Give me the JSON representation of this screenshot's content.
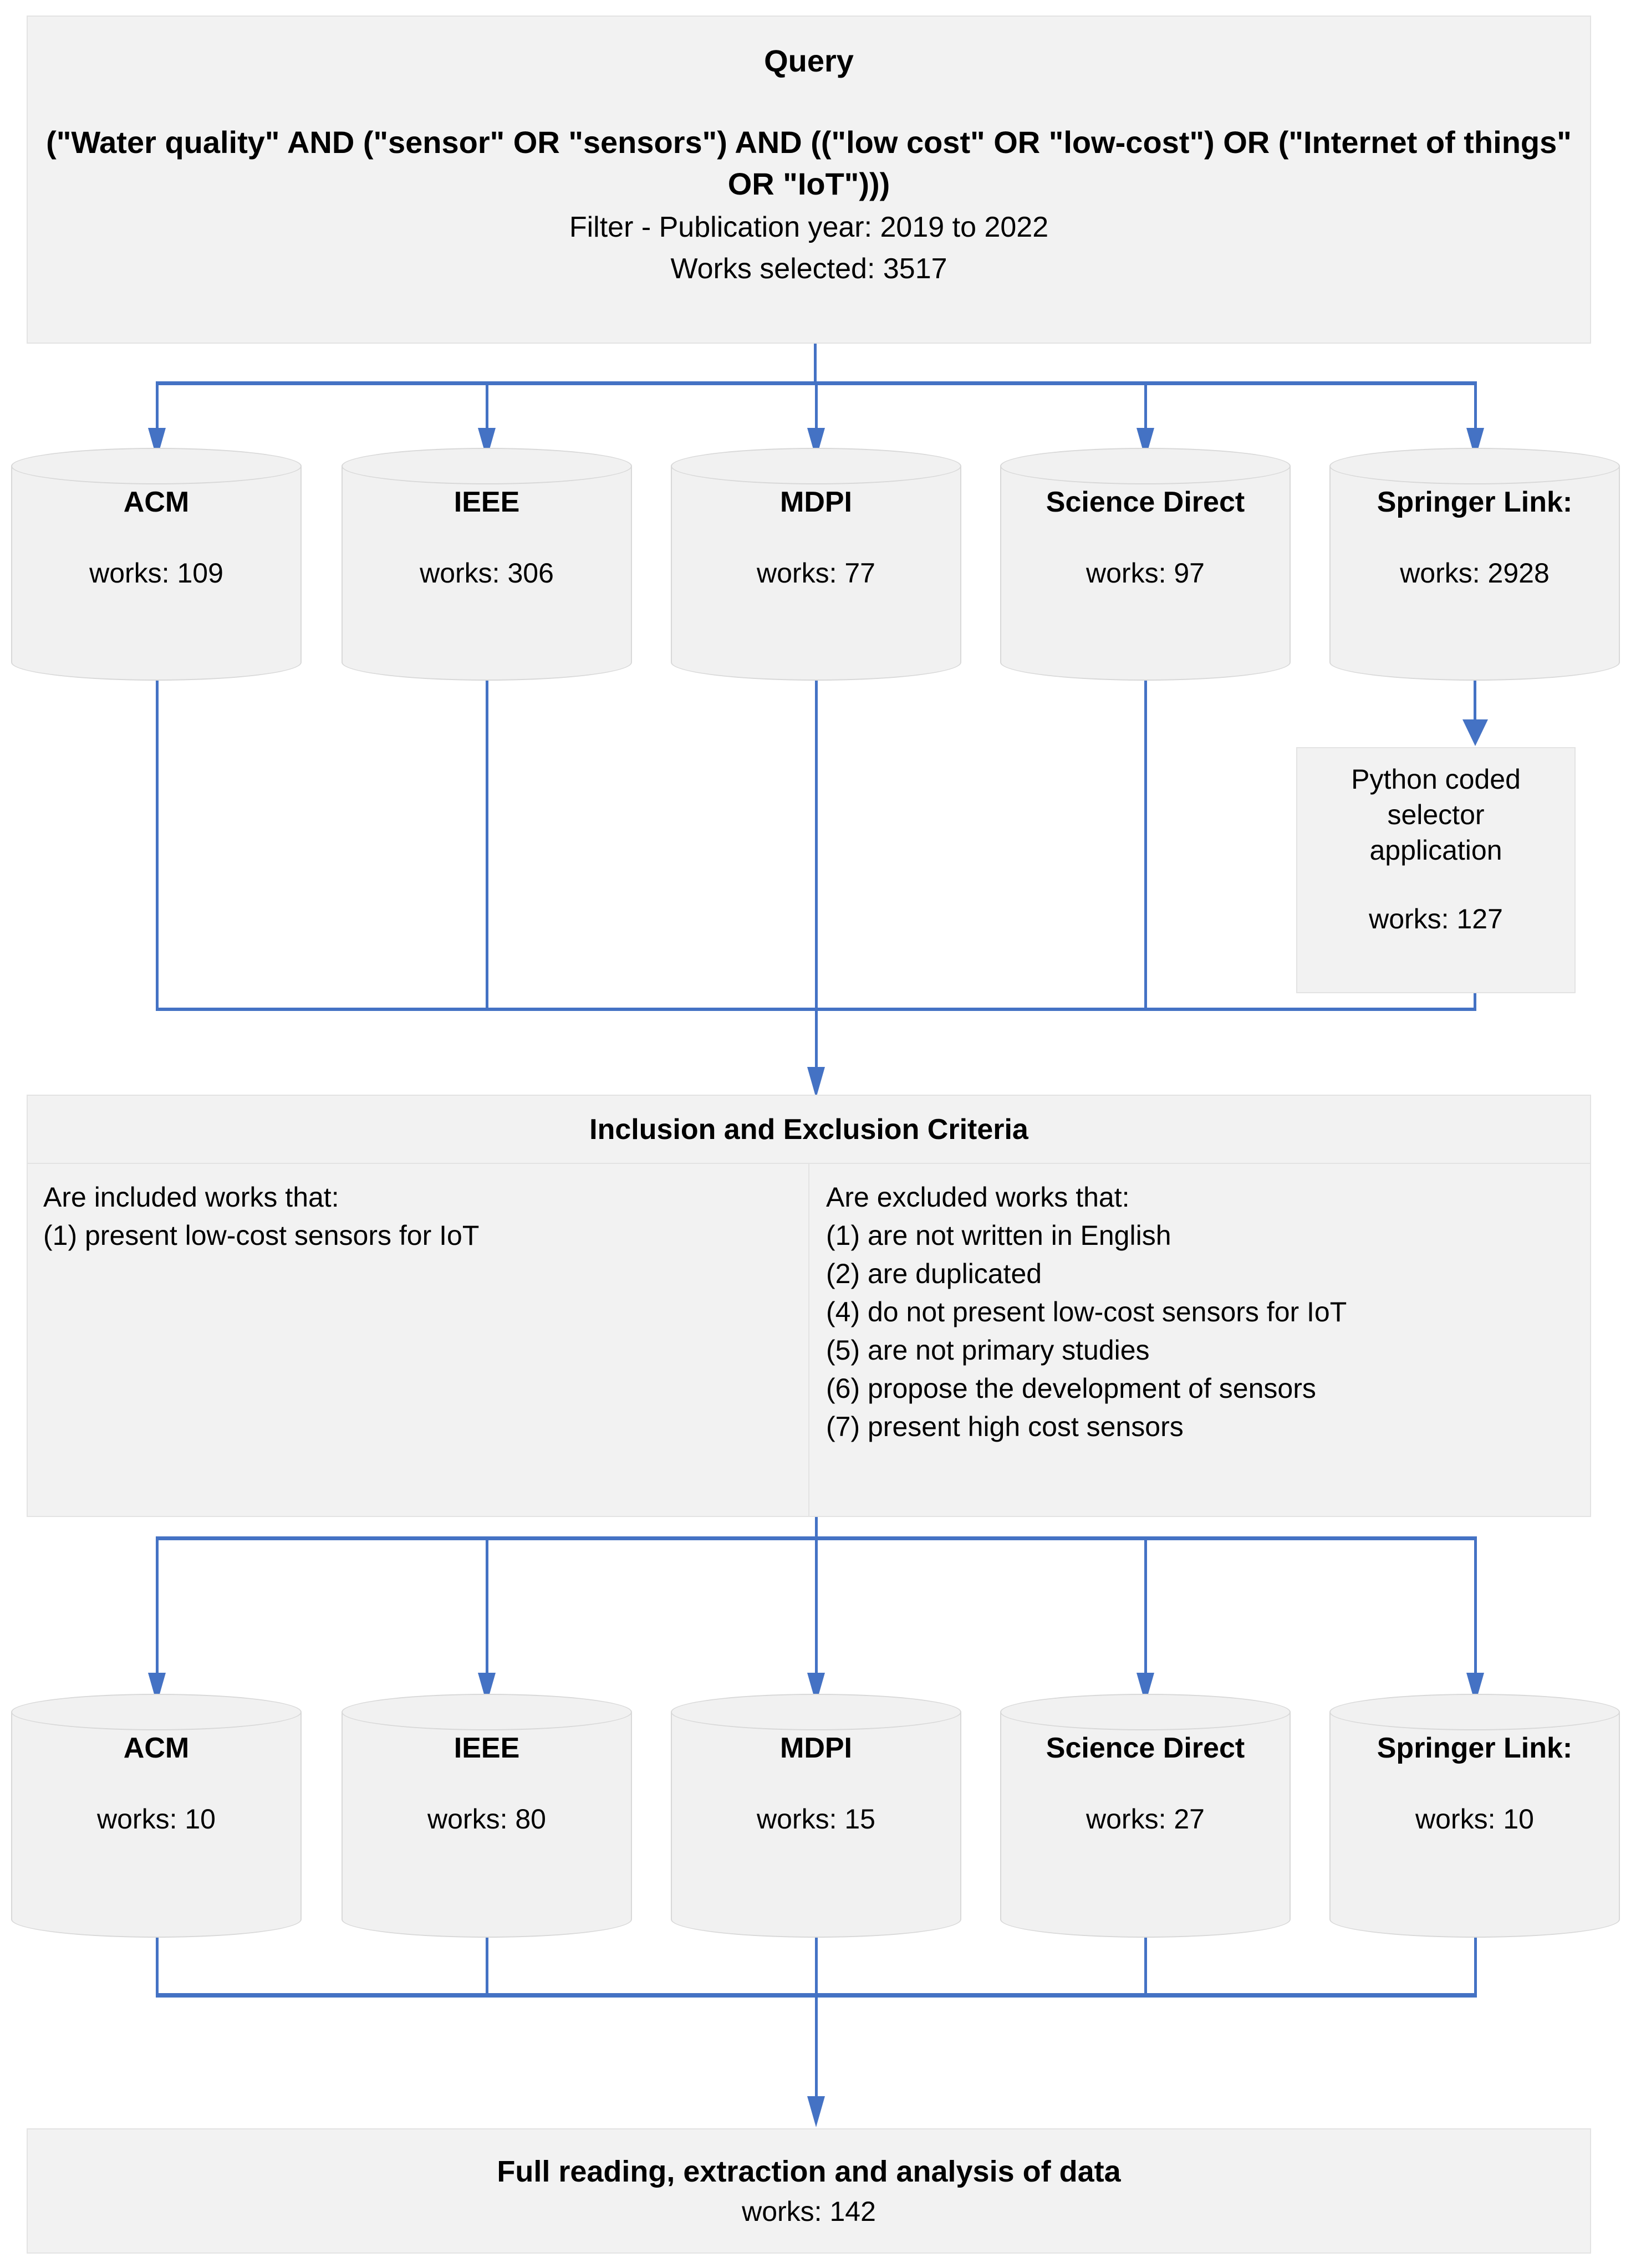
{
  "query": {
    "title": "Query",
    "string": "(\"Water quality\" AND (\"sensor\" OR \"sensors\") AND ((\"low cost\" OR \"low-cost\") OR (\"Internet of things\" OR \"IoT\")))",
    "filter": "Filter - Publication year:   2019 to 2022",
    "works_selected": "Works selected: 3517"
  },
  "sources_top": [
    {
      "name": "ACM",
      "works": "works: 109"
    },
    {
      "name": "IEEE",
      "works": "works: 306"
    },
    {
      "name": "MDPI",
      "works": "works: 77"
    },
    {
      "name": "Science Direct",
      "works": "works: 97"
    },
    {
      "name": "Springer Link:",
      "works": "works: 2928"
    }
  ],
  "python_selector": {
    "line1": "Python coded",
    "line2": "selector",
    "line3": "application",
    "works": "works: 127"
  },
  "criteria": {
    "title": "Inclusion and Exclusion Criteria",
    "included_heading": "Are included works that:",
    "included_items": [
      "(1) present low-cost sensors for IoT"
    ],
    "excluded_heading": "Are excluded works that:",
    "excluded_items": [
      "(1) are not written in English",
      "(2) are duplicated",
      "(4) do not present low-cost sensors for IoT",
      "(5) are not primary studies",
      "(6) propose the development of sensors",
      "(7) present high cost sensors"
    ]
  },
  "sources_bottom": [
    {
      "name": "ACM",
      "works": "works: 10"
    },
    {
      "name": "IEEE",
      "works": "works: 80"
    },
    {
      "name": "MDPI",
      "works": "works: 15"
    },
    {
      "name": "Science Direct",
      "works": "works: 27"
    },
    {
      "name": "Springer Link:",
      "works": "works: 10"
    }
  ],
  "final": {
    "title": "Full reading, extraction and analysis of data",
    "works": "works: 142"
  },
  "colors": {
    "connector": "#4472C4",
    "box_fill": "#F2F2F2",
    "box_border": "#E3E3E3",
    "cylinder_fill": "#F1F1F1"
  }
}
